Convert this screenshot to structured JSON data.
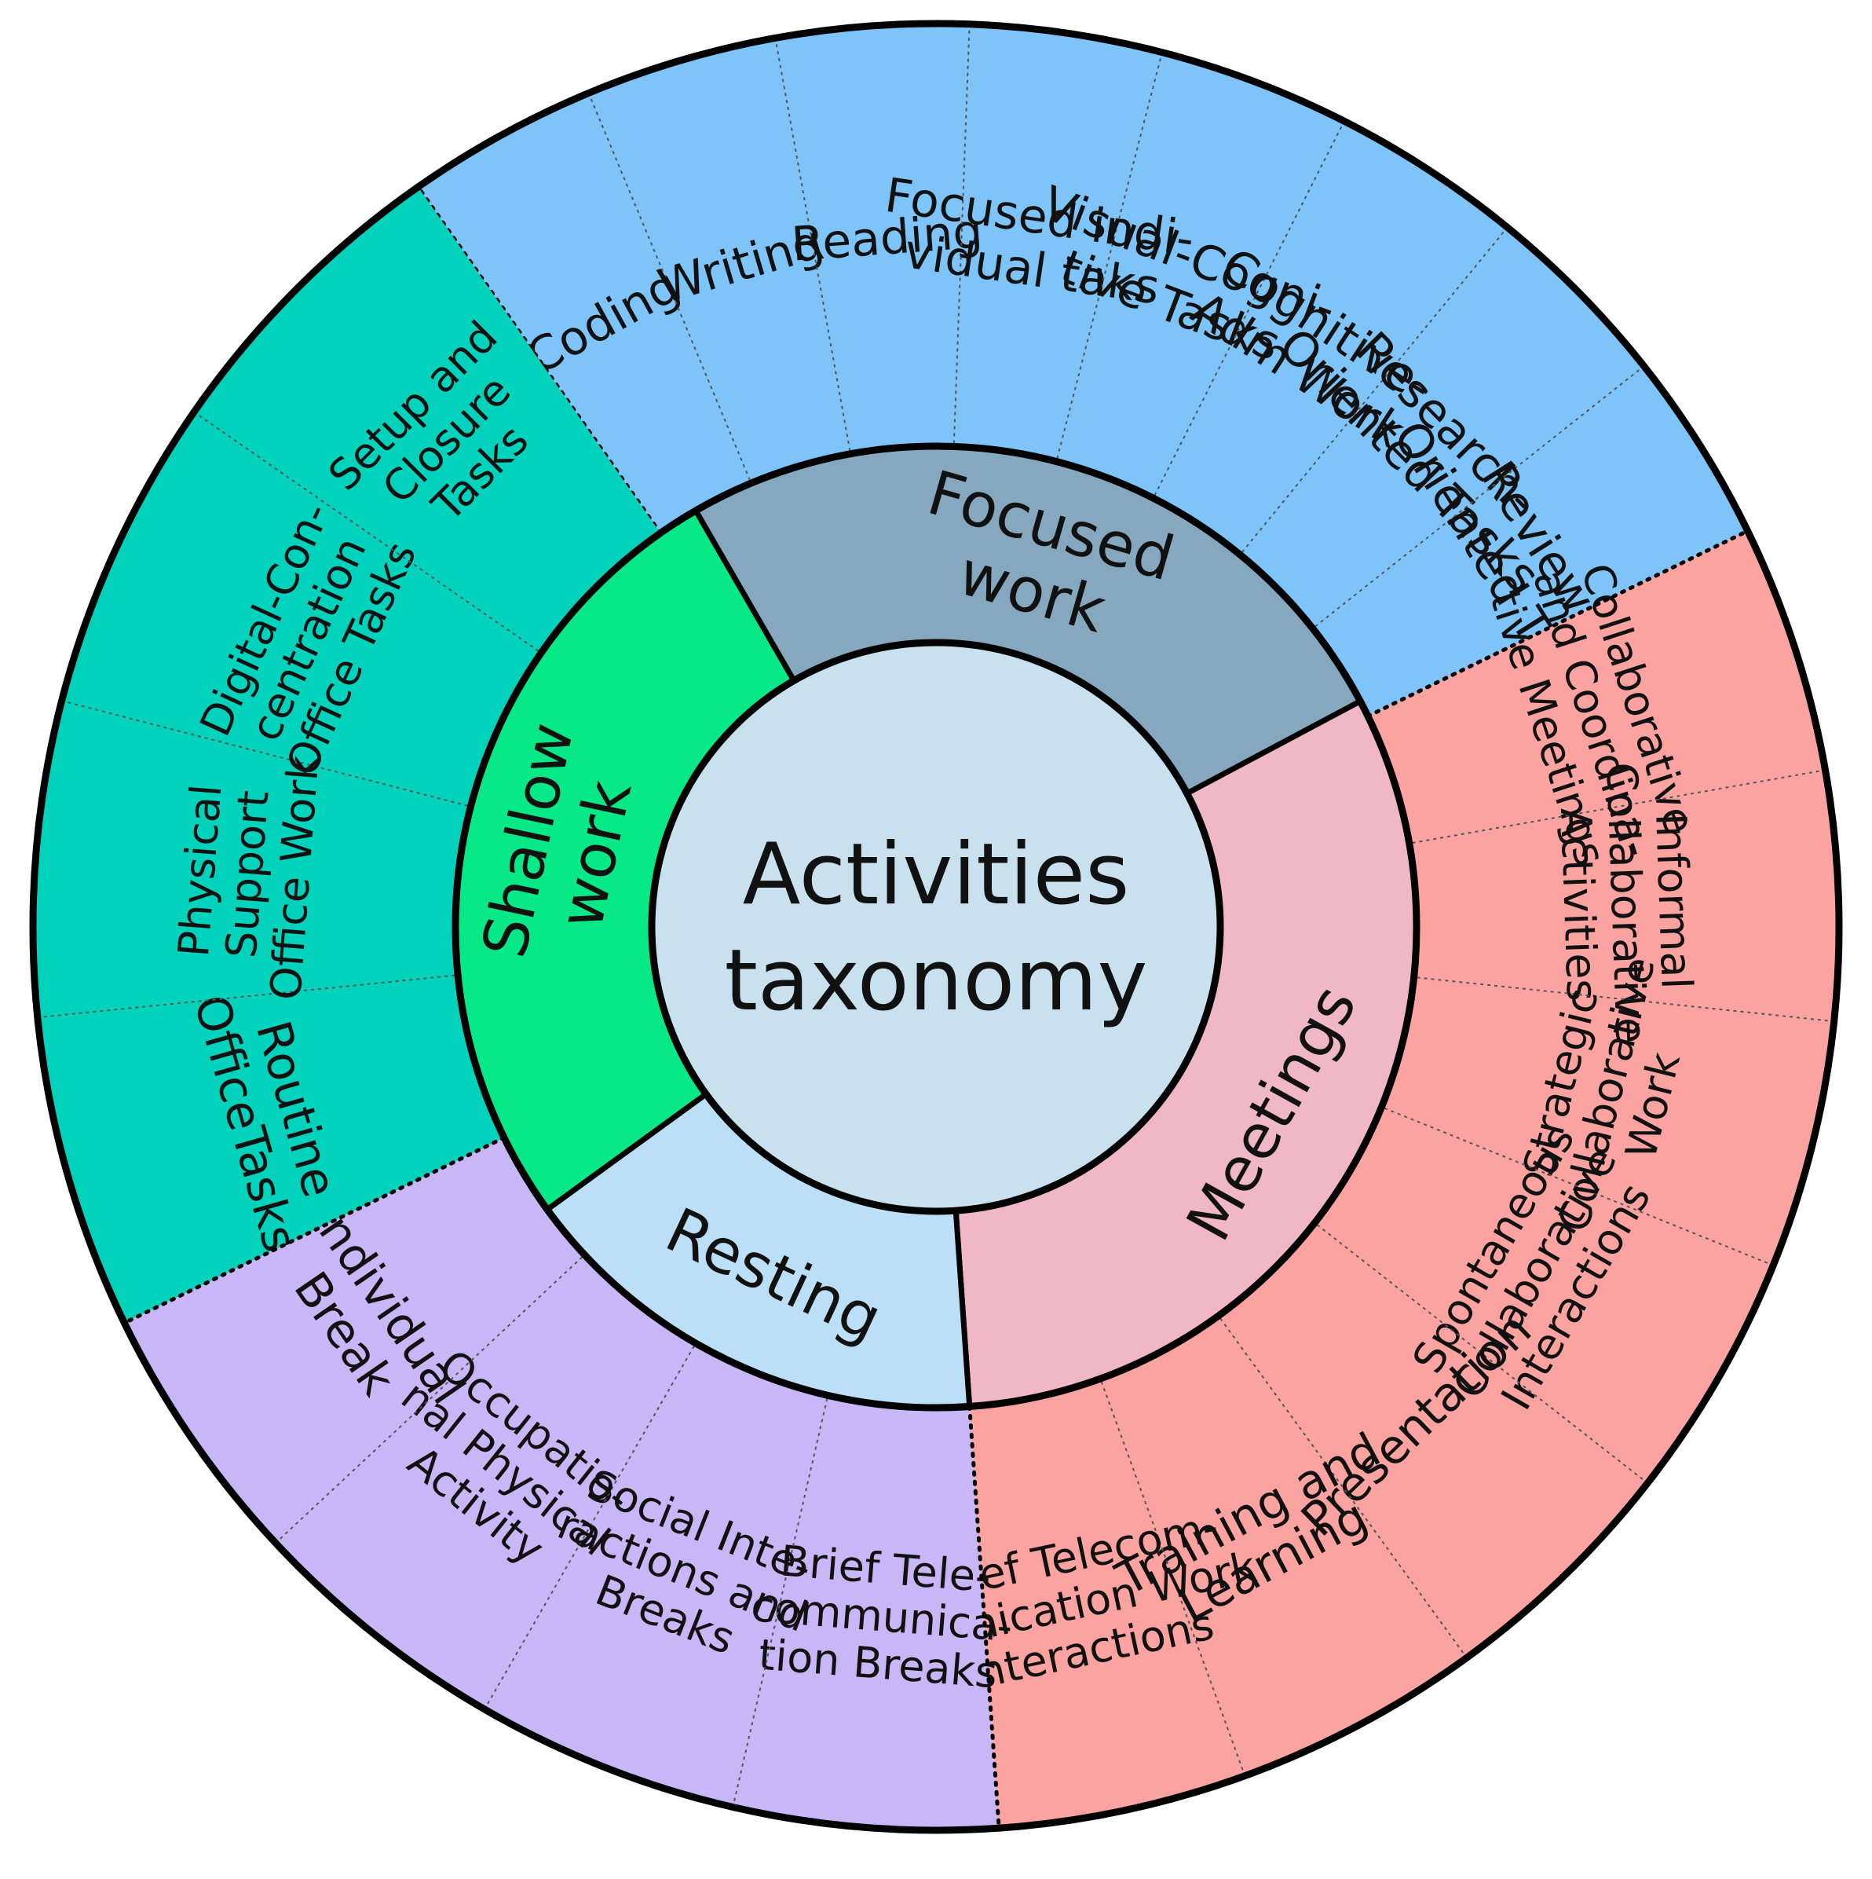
{
  "center": {
    "lines": [
      "Activities",
      "taxonomy"
    ],
    "color": "#c9e1ee"
  },
  "categories": [
    {
      "id": "focused-work",
      "label_lines": [
        "Focused",
        "work"
      ],
      "inner_color": "#86a8bf",
      "outer_color": "#7fc4f9",
      "items": [
        [
          "Coding"
        ],
        [
          "Writing"
        ],
        [
          "Reading"
        ],
        [
          "Focused indi-",
          "vidual taks"
        ],
        [
          "Visual-Cogni-",
          "tive Tasks"
        ],
        [
          "Cognitive-",
          "Adm Work"
        ],
        [
          "Research-",
          "Oriented Tasks"
        ],
        [
          "Review-",
          "Oriented Tasks"
        ]
      ]
    },
    {
      "id": "meetings",
      "label_lines": [
        "Meetings"
      ],
      "inner_color": "#f0b8c6",
      "outer_color": "#fba3a0",
      "items": [
        [
          "Collaborative",
          "and Coordina-",
          "tive Meetings"
        ],
        [
          "Informal",
          "Collaborative",
          "Activities"
        ],
        [
          "Strategic",
          "Collaborative",
          "Work"
        ],
        [
          "Spontaneous",
          "Collaborative",
          "Interactions"
        ],
        [
          "Presentation"
        ],
        [
          "Training and",
          "Learning"
        ],
        [
          "Brief Telecom-",
          "munication Work",
          "Interactions"
        ]
      ]
    },
    {
      "id": "resting",
      "label_lines": [
        "Resting"
      ],
      "inner_color": "#badff7",
      "outer_color": "#c9b6f7",
      "items": [
        [
          "Brief Tele-",
          "communica-",
          "tion Breaks"
        ],
        [
          "Social Inte-",
          "ractions and",
          "Breaks"
        ],
        [
          "Occupatio-",
          "nal Physical",
          "Activity"
        ],
        [
          "Individual",
          "Break"
        ]
      ]
    },
    {
      "id": "shallow-work",
      "label_lines": [
        "Shallow",
        "work"
      ],
      "inner_color": "#06e986",
      "outer_color": "#00d2bb",
      "items": [
        [
          "Routine",
          "OfficeTasks"
        ],
        [
          "Physical",
          "Support",
          "Office Work"
        ],
        [
          "Digital-Con-",
          "centration",
          "Office Tasks"
        ],
        [
          "Setup and",
          "Closure",
          "Tasks"
        ]
      ]
    }
  ]
}
